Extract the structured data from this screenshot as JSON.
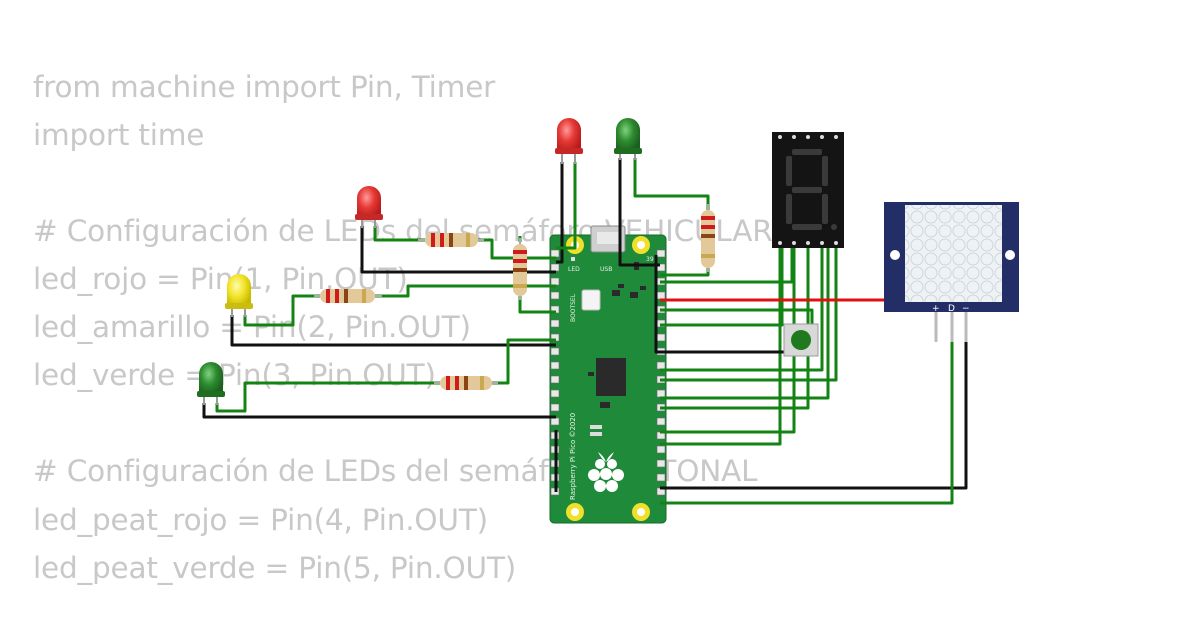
{
  "code_lines": [
    "from machine import Pin, Timer",
    "import time",
    "",
    "# Configuración de LEDs del semáforo VEHICULAR",
    "led_rojo = Pin(1, Pin.OUT)",
    "led_amarillo = Pin(2, Pin.OUT)",
    "led_verde = Pin(3, Pin.OUT)",
    "",
    "# Configuración de LEDs del semáforo PEATONAL",
    "led_peat_rojo = Pin(4, Pin.OUT)",
    "led_peat_verde = Pin(5, Pin.OUT)"
  ],
  "pico": {
    "led_label": "LED",
    "usb_label": "USB",
    "bootsel_label": "BOOTSEL",
    "pin39_label": "39",
    "side_label": "Raspberry Pi Pico ©2020",
    "color": "#1f8a3a"
  },
  "pir": {
    "pin_labels": [
      "+",
      "D",
      "−"
    ]
  },
  "colors": {
    "wire_signal": "#138413",
    "wire_ground": "#111111",
    "wire_power": "#e01010",
    "led_red": "#e53935",
    "led_yellow": "#f2e52a",
    "led_green": "#2e8b2e"
  }
}
